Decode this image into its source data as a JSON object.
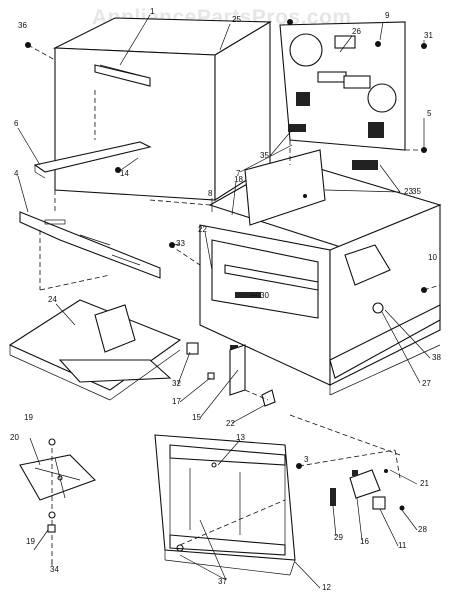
{
  "watermark": "AppliancePartsPros.com",
  "callouts": [
    "36",
    "1",
    "25",
    "9",
    "26",
    "31",
    "6",
    "14",
    "4",
    "5",
    "35",
    "7",
    "23",
    "35",
    "8",
    "18",
    "33",
    "22",
    "10",
    "30",
    "24",
    "38",
    "27",
    "32",
    "17",
    "15",
    "22",
    "13",
    "3",
    "21",
    "19",
    "20",
    "28",
    "29",
    "16",
    "11",
    "19",
    "34",
    "37",
    "12"
  ]
}
